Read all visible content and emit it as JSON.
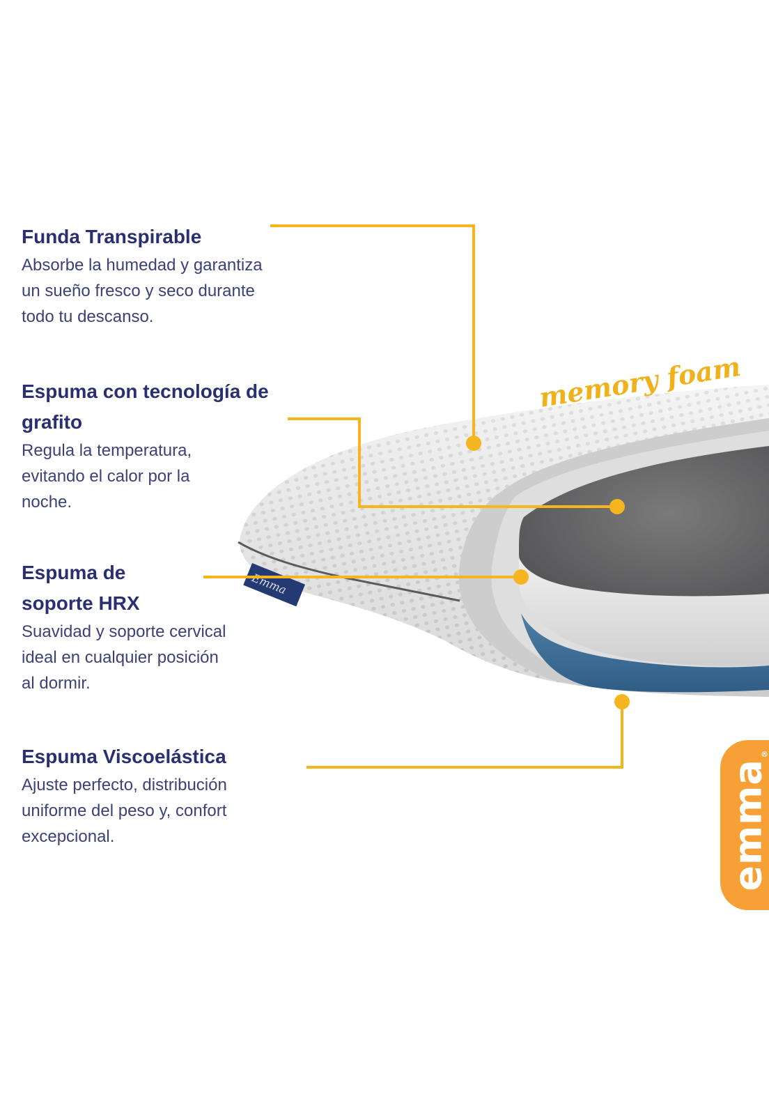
{
  "features": [
    {
      "title": "Funda Transpirable",
      "description_lines": [
        "Absorbe  la humedad y garantiza",
        "un sueño fresco y seco durante",
        "todo tu descanso."
      ]
    },
    {
      "title_lines": [
        "Espuma con tecnología de",
        "grafito"
      ],
      "description_lines": [
        "Regula la temperatura,",
        "evitando el calor por la",
        "noche."
      ]
    },
    {
      "title_lines": [
        "Espuma de",
        "soporte HRX"
      ],
      "description_lines": [
        "Suavidad y soporte cervical",
        "ideal en cualquier posición",
        "al dormir."
      ]
    },
    {
      "title": "Espuma Viscoelástica",
      "description_lines": [
        "Ajuste perfecto, distribución",
        "uniforme del peso y, confort",
        "excepcional."
      ]
    }
  ],
  "product_label": "memory foam",
  "brand": {
    "name": "emma",
    "registered": "®",
    "tag_text": "Emma"
  },
  "colors": {
    "heading": "#2a2f72",
    "body_text": "#3c4178",
    "callout_line": "#f5b51e",
    "memory_foam_label": "#f0b21c",
    "logo_bg": "#f7a035",
    "graphite_layer": "#6e6e70",
    "hrx_layer": "#e4e4e4",
    "visco_layer": "#3f6f97"
  }
}
